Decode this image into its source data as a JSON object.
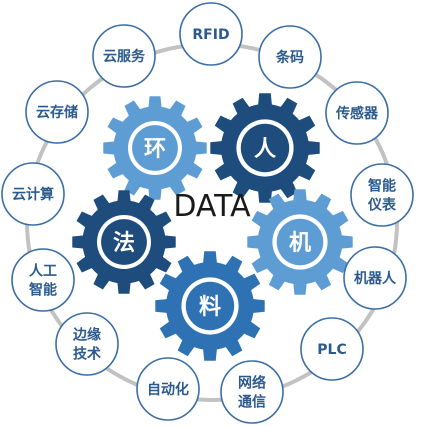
{
  "colors": {
    "ring": "#c2c2c2",
    "node_border": "#3b6ea5",
    "node_text": "#2c5a8c",
    "gear_light": "#5e9dd4",
    "gear_mid": "#2f72b4",
    "gear_dark": "#1d4c7d"
  },
  "center": {
    "label": "DATA"
  },
  "gears": [
    {
      "id": "huan",
      "label": "环",
      "tone": "light"
    },
    {
      "id": "ren",
      "label": "人",
      "tone": "dark"
    },
    {
      "id": "fa",
      "label": "法",
      "tone": "dark"
    },
    {
      "id": "ji",
      "label": "机",
      "tone": "light"
    },
    {
      "id": "liao",
      "label": "料",
      "tone": "mid"
    }
  ],
  "nodes": [
    {
      "id": "rfid",
      "lines": [
        "RFID"
      ]
    },
    {
      "id": "tiaoma",
      "lines": [
        "条码"
      ]
    },
    {
      "id": "chuanganqi",
      "lines": [
        "传感器"
      ]
    },
    {
      "id": "zhinengyibiao",
      "lines": [
        "智能",
        "仪表"
      ]
    },
    {
      "id": "jiqiren",
      "lines": [
        "机器人"
      ]
    },
    {
      "id": "plc",
      "lines": [
        "PLC"
      ]
    },
    {
      "id": "wangluotongxin",
      "lines": [
        "网络",
        "通信"
      ]
    },
    {
      "id": "zidonghua",
      "lines": [
        "自动化"
      ]
    },
    {
      "id": "bianyuanjishu",
      "lines": [
        "边缘",
        "技术"
      ]
    },
    {
      "id": "rengongzhineng",
      "lines": [
        "人工",
        "智能"
      ]
    },
    {
      "id": "yunjisuan",
      "lines": [
        "云计算"
      ]
    },
    {
      "id": "yuncunchu",
      "lines": [
        "云存储"
      ]
    },
    {
      "id": "yunfuwu",
      "lines": [
        "云服务"
      ]
    }
  ]
}
